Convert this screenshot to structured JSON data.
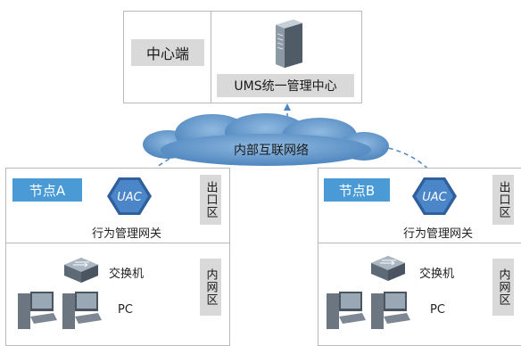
{
  "center": {
    "label": "中心端",
    "server_caption": "UMS统一管理中心"
  },
  "network": {
    "label": "内部互联网络"
  },
  "node_a": {
    "label": "节点A",
    "uac_text": "UAC",
    "uac_caption": "行为管理网关",
    "exit_zone": "出口区",
    "inner_zone": "内网区",
    "switch_caption": "交换机",
    "pc_caption": "PC"
  },
  "node_b": {
    "label": "节点B",
    "uac_text": "UAC",
    "uac_caption": "行为管理网关",
    "exit_zone": "出口区",
    "inner_zone": "内网区",
    "switch_caption": "交换机",
    "pc_caption": "PC"
  },
  "colors": {
    "node_label_bg": "#4a9ad6",
    "uac_fill": "#3f77b8",
    "cloud_fill": "#5b92c9",
    "dashed_link": "#4a86c5",
    "zone_label_bg": "#d9d9d9"
  }
}
